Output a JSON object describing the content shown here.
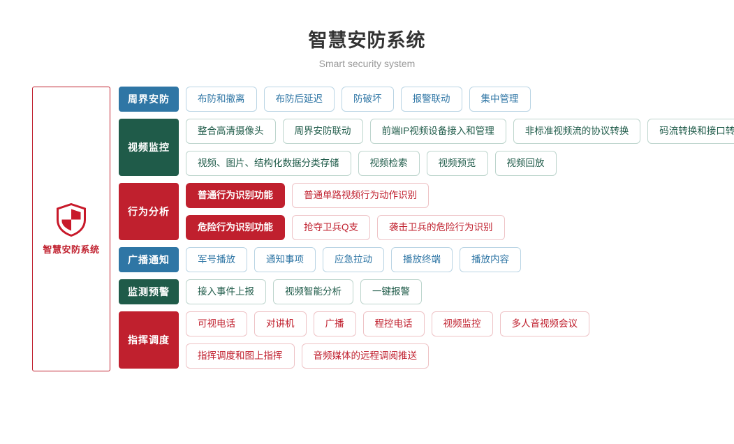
{
  "header": {
    "title": "智慧安防系统",
    "subtitle": "Smart security system"
  },
  "sidebar": {
    "icon": "shield-icon",
    "label": "智慧安防系统",
    "border_color": "#c0202e"
  },
  "colors": {
    "blue": "#2f76a5",
    "green": "#1f5b49",
    "red": "#c0202e",
    "title": "#333333",
    "subtitle": "#9a9a9a"
  },
  "rows": [
    {
      "category": "周界安防",
      "color": "blue",
      "lines": [
        [
          {
            "label": "布防和撤离",
            "style": "blue"
          },
          {
            "label": "布防后延迟",
            "style": "blue"
          },
          {
            "label": "防破坏",
            "style": "blue"
          },
          {
            "label": "报警联动",
            "style": "blue"
          },
          {
            "label": "集中管理",
            "style": "blue"
          }
        ]
      ]
    },
    {
      "category": "视频监控",
      "color": "green",
      "lines": [
        [
          {
            "label": "整合高清摄像头",
            "style": "green"
          },
          {
            "label": "周界安防联动",
            "style": "green"
          },
          {
            "label": "前端IP视频设备接入和管理",
            "style": "green"
          },
          {
            "label": "非标准视频流的协议转换",
            "style": "green"
          },
          {
            "label": "码流转换和接口转换",
            "style": "green"
          }
        ],
        [
          {
            "label": "视频、图片、结构化数据分类存储",
            "style": "green"
          },
          {
            "label": "视频检索",
            "style": "green"
          },
          {
            "label": "视频预览",
            "style": "green"
          },
          {
            "label": "视频回放",
            "style": "green"
          }
        ]
      ]
    },
    {
      "category": "行为分析",
      "color": "red",
      "lines": [
        [
          {
            "label": "普通行为识别功能",
            "style": "solid-red"
          },
          {
            "label": "普通单路视频行为动作识别",
            "style": "red"
          }
        ],
        [
          {
            "label": "危险行为识别功能",
            "style": "solid-red"
          },
          {
            "label": "抢夺卫兵Q支",
            "style": "red"
          },
          {
            "label": "袭击卫兵的危险行为识别",
            "style": "red"
          }
        ]
      ]
    },
    {
      "category": "广播通知",
      "color": "blue",
      "lines": [
        [
          {
            "label": "军号播放",
            "style": "blue"
          },
          {
            "label": "通知事项",
            "style": "blue"
          },
          {
            "label": "应急拉动",
            "style": "blue"
          },
          {
            "label": "播放终端",
            "style": "blue"
          },
          {
            "label": "播放内容",
            "style": "blue"
          }
        ]
      ]
    },
    {
      "category": "监测预警",
      "color": "green",
      "lines": [
        [
          {
            "label": "接入事件上报",
            "style": "green"
          },
          {
            "label": "视频智能分析",
            "style": "green"
          },
          {
            "label": "一键报警",
            "style": "green"
          }
        ]
      ]
    },
    {
      "category": "指挥调度",
      "color": "red",
      "lines": [
        [
          {
            "label": "可视电话",
            "style": "red"
          },
          {
            "label": "对讲机",
            "style": "red"
          },
          {
            "label": "广播",
            "style": "red"
          },
          {
            "label": "程控电话",
            "style": "red"
          },
          {
            "label": "视频监控",
            "style": "red"
          },
          {
            "label": "多人音视频会议",
            "style": "red"
          }
        ],
        [
          {
            "label": "指挥调度和图上指挥",
            "style": "red"
          },
          {
            "label": "音频媒体的远程调阅推送",
            "style": "red"
          }
        ]
      ]
    }
  ]
}
